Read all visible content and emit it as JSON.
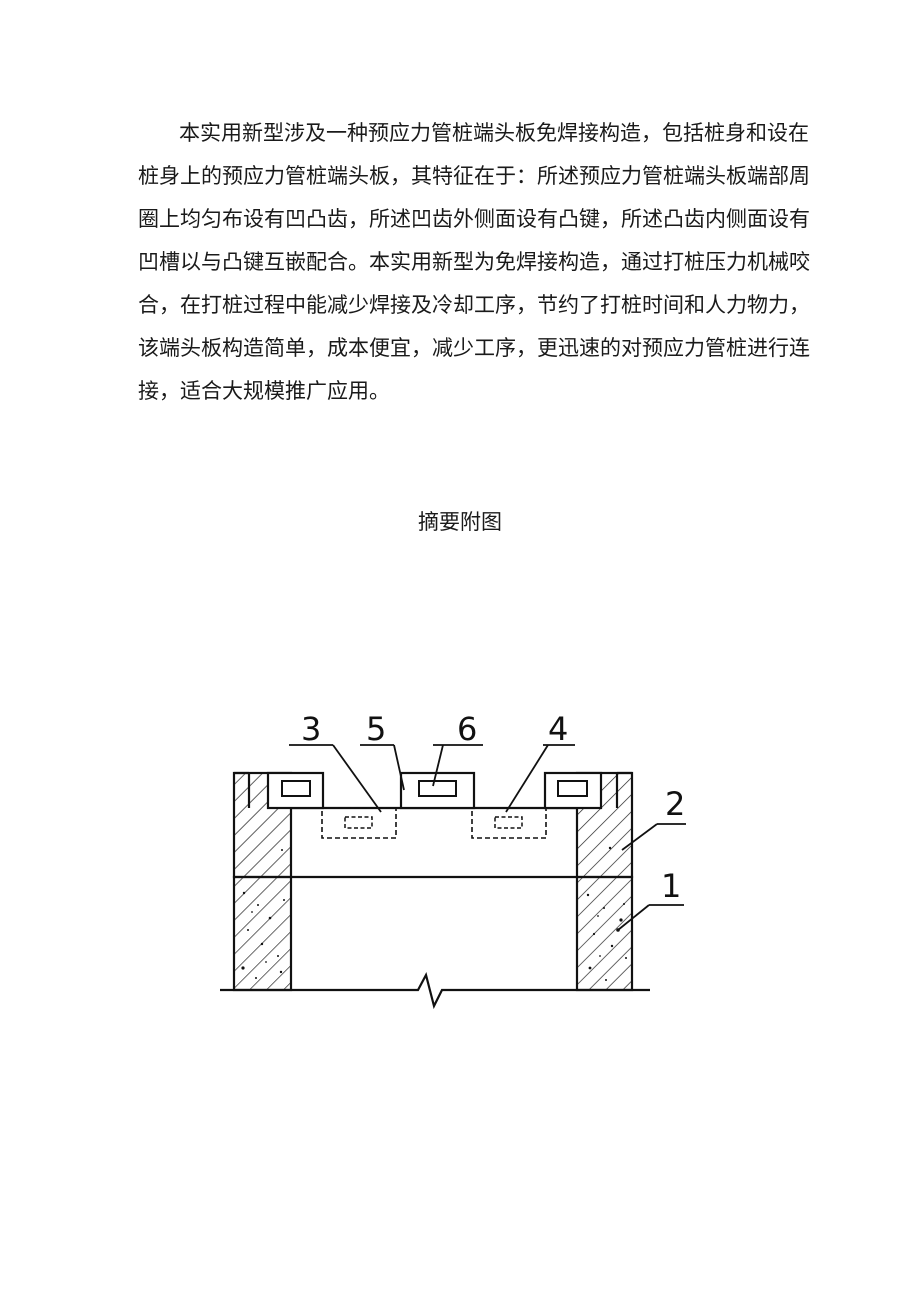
{
  "abstract": {
    "lines": [
      "本实用新型涉及一种预应力管桩端头板免焊接构造，包括桩身和设在",
      "桩身上的预应力管桩端头板，其特征在于：所述预应力管桩端头板端部周",
      "圈上均匀布设有凹凸齿，所述凹齿外侧面设有凸键，所述凸齿内侧面设有",
      "凹槽以与凸键互嵌配合。本实用新型为免焊接构造，通过打桩压力机械咬",
      "合，在打桩过程中能减少焊接及冷却工序，节约了打桩时间和人力物力，",
      "该端头板构造简单，成本便宜，减少工序，更迅速的对预应力管桩进行连",
      "接，适合大规模推广应用。"
    ]
  },
  "figure": {
    "title": "摘要附图",
    "labels": {
      "l1": "1",
      "l2": "2",
      "l3": "3",
      "l4": "4",
      "l5": "5",
      "l6": "6"
    }
  }
}
